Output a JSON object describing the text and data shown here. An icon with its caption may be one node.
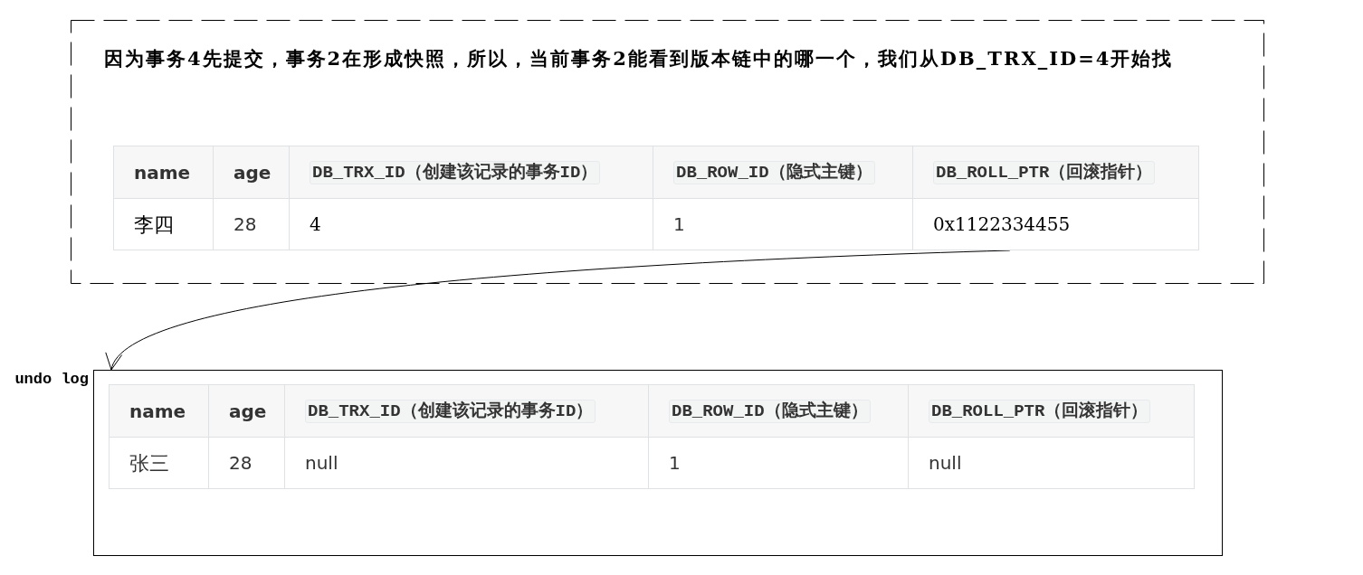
{
  "diagram": {
    "nodes": [
      {
        "text": [
          "因为事务4先提交，事务2在形成快照，所以，当前事务2能看到版本链中的哪一个，我们从DB_TRX_ID=4开始找"
        ]
      },
      {
        "text": [
          "name"
        ],
        "in": 0
      },
      {
        "text": [
          "age"
        ],
        "in": 0
      },
      {
        "text": [
          "DB_TRX_ID（创建该记录的事务ID）"
        ],
        "in": 0
      },
      {
        "text": [
          "DB_ROW_ID（隐式主键）"
        ],
        "in": 0
      },
      {
        "text": [
          "DB_ROLL_PTR（回滚指针）"
        ],
        "in": 0
      },
      {
        "text": [
          "李四"
        ],
        "in": 0
      },
      {
        "text": [
          "28"
        ],
        "in": 0
      },
      {
        "text": [
          "4"
        ],
        "in": 0
      },
      {
        "text": [
          "1"
        ],
        "in": 0
      },
      {
        "text": [
          "0x1122334455"
        ],
        "in": 0
      },
      {
        "text": [
          "undo log"
        ]
      },
      {
        "text": [
          "name"
        ],
        "in": 11
      },
      {
        "text": [
          "age"
        ],
        "in": 11
      },
      {
        "text": [
          "DB_TRX_ID（创建该记录的事务ID）"
        ],
        "in": 11
      },
      {
        "text": [
          "DB_ROW_ID（隐式主键）"
        ],
        "in": 11
      },
      {
        "text": [
          "DB_ROLL_PTR（回滚指针）"
        ],
        "in": 11
      },
      {
        "text": [
          "张三"
        ],
        "in": 11
      },
      {
        "text": [
          "28"
        ],
        "in": 11
      },
      {
        "text": [
          "null"
        ],
        "in": 11
      },
      {
        "text": [
          "1"
        ],
        "in": 11
      },
      {
        "text": [
          "null"
        ],
        "in": 11
      }
    ],
    "edges": [
      {
        "from": 10,
        "to": 11,
        "arrow": "to"
      }
    ]
  }
}
